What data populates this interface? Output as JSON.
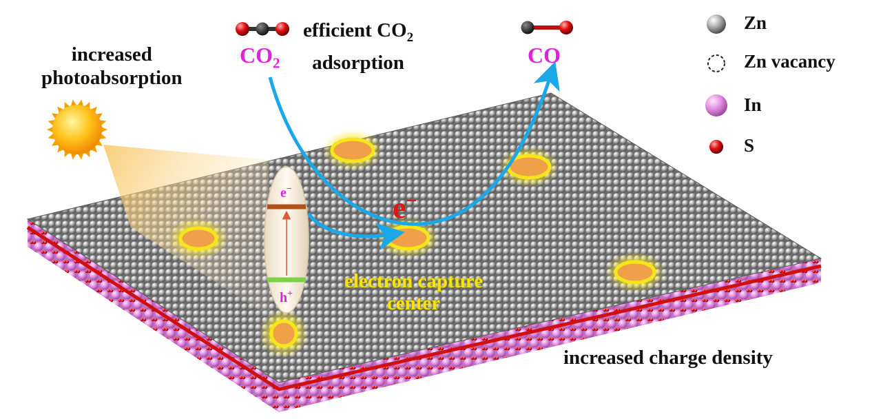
{
  "labels": {
    "photoabsorption_line1": "increased",
    "photoabsorption_line2": "photoabsorption",
    "adsorption_line1": "efficient CO",
    "adsorption_sub": "2",
    "adsorption_line2": "adsorption",
    "co2": "CO",
    "co2_sub": "2",
    "co": "CO",
    "electron_big": "e",
    "electron_minus": "−",
    "capture_line1": "electron capture",
    "capture_line2": "center",
    "charge_density": "increased charge density",
    "band_electron": "e",
    "band_electron_sup": "−",
    "band_hole": "h",
    "band_hole_sup": "+"
  },
  "legend": [
    {
      "symbol": "zn-atom",
      "label": "Zn",
      "color": "#8c8c8c"
    },
    {
      "symbol": "zn-vacancy",
      "label": "Zn vacancy",
      "color": "#ffffff"
    },
    {
      "symbol": "in-atom",
      "label": "In",
      "color": "#e28be2"
    },
    {
      "symbol": "s-atom",
      "label": "S",
      "color": "#e01010"
    }
  ],
  "colors": {
    "arrow": "#1ba8e8",
    "label_magenta": "#e01fe0",
    "label_yellow": "#f3e313",
    "electron_red": "#e01515",
    "zn_gray": "#9a9a9a",
    "in_pink": "#e08ae0",
    "s_red": "#d01010",
    "vacancy_glow": "#f5e61a"
  }
}
